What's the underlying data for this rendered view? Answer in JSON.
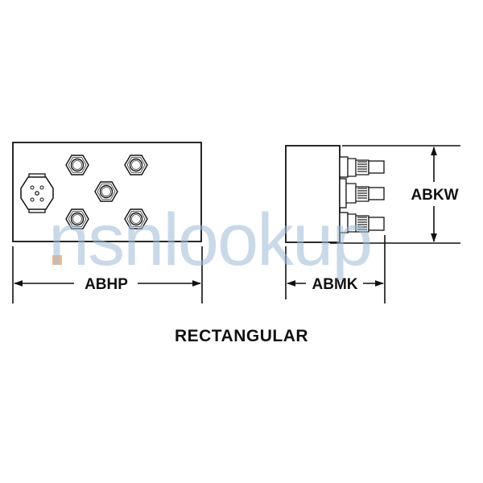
{
  "diagram": {
    "caption": "RECTANGULAR",
    "front_view": {
      "width_label": "ABHP",
      "hex_terminal_count": 5,
      "connector": "round-multipin-connector"
    },
    "side_view": {
      "depth_label": "ABMK",
      "height_label": "ABKW",
      "threaded_stud_count": 3
    },
    "watermark": {
      "text_main": "nsnlookup",
      "color": "#9fbbd6",
      "accent_color": "#f4a261"
    },
    "colors": {
      "line": "#111111",
      "background": "#ffffff"
    }
  }
}
